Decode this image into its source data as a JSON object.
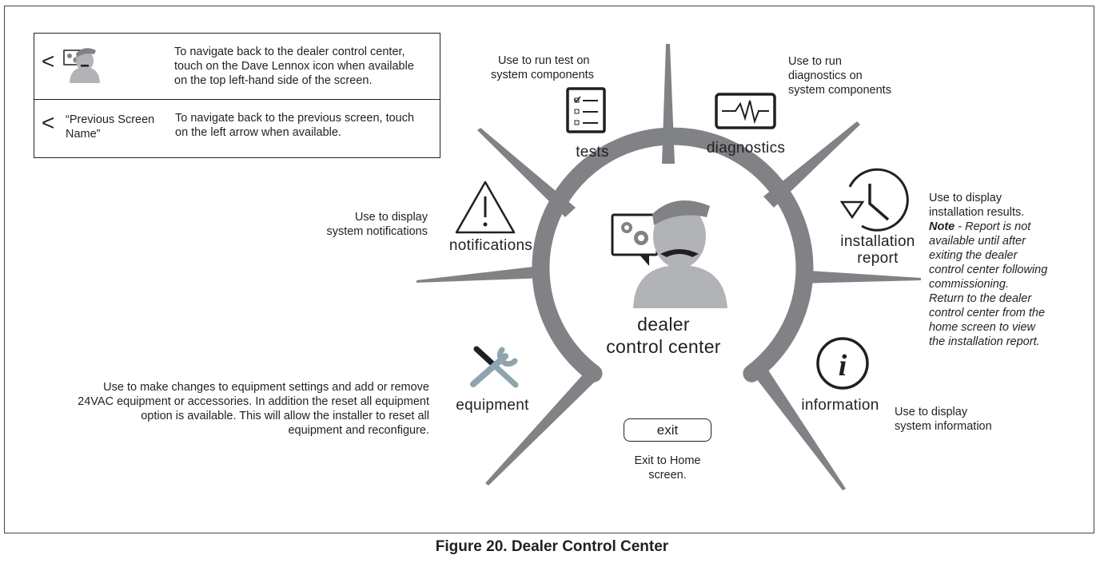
{
  "nav": {
    "row1_chevron": "<",
    "row1_desc": [
      "To navigate back to the dealer control center,",
      "touch on the Dave Lennox icon when available",
      "on the top left-hand side of the screen."
    ],
    "row2_chevron": "<",
    "row2_label": [
      "“Previous Screen",
      "Name”"
    ],
    "row2_desc": [
      "To navigate back to the previous screen, touch",
      "on the left arrow when available."
    ]
  },
  "center": {
    "label_line1": "dealer",
    "label_line2": "control center"
  },
  "items": {
    "tests": {
      "label": "tests",
      "desc": [
        "Use to run test on",
        "system components"
      ]
    },
    "diagnostics": {
      "label": "diagnostics",
      "desc": [
        "Use to run",
        "diagnostics on",
        "system components"
      ]
    },
    "installation_report": {
      "label": [
        "installation",
        "report"
      ],
      "desc": [
        "Use to display",
        "installation results."
      ],
      "note_bold": "Note",
      "note_rest": " - Report is not",
      "note_lines": [
        "available until after",
        "exiting the dealer",
        "control center following",
        "commissioning.",
        "Return to the dealer",
        "control center from the",
        "home screen to view",
        "the installation report."
      ]
    },
    "notifications": {
      "label": "notifications",
      "desc": [
        "Use to display",
        "system notifications"
      ]
    },
    "equipment": {
      "label": "equipment",
      "desc": [
        "Use to make changes to equipment settings and add or remove",
        "24VAC equipment or accessories. In addition the reset all equipment",
        "option is available. This will allow the installer to reset all",
        "equipment and reconfigure."
      ]
    },
    "information": {
      "label": "information",
      "desc": [
        "Use to display",
        "system information"
      ]
    },
    "exit": {
      "label": "exit",
      "desc": [
        "Exit to Home",
        "screen."
      ]
    }
  },
  "caption": "Figure 20. Dealer Control Center",
  "colors": {
    "spoke": "#808285",
    "avatar": "#b1b3b6",
    "ink": "#231f20",
    "wrench": "#8fa5ad"
  }
}
